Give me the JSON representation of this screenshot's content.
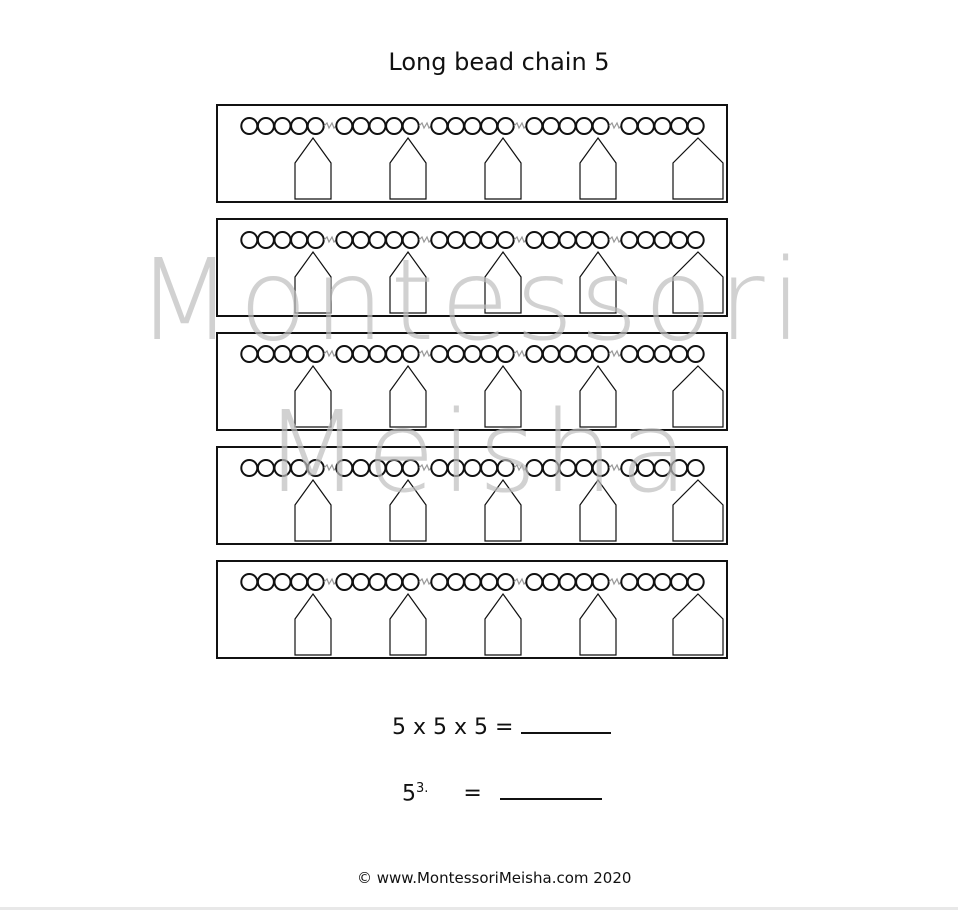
{
  "title": "Long bead chain 5",
  "chain": {
    "rows": 5,
    "groups_per_row": 5,
    "beads_per_group": 5
  },
  "equations": {
    "product": "5 x 5 x 5 =",
    "power_base": "5",
    "power_exp": "3.",
    "power_equals": "="
  },
  "footer": "©  www.MontessoriMeisha.com  2020",
  "watermark": {
    "line1": "Montessori",
    "line2": "Meisha"
  }
}
